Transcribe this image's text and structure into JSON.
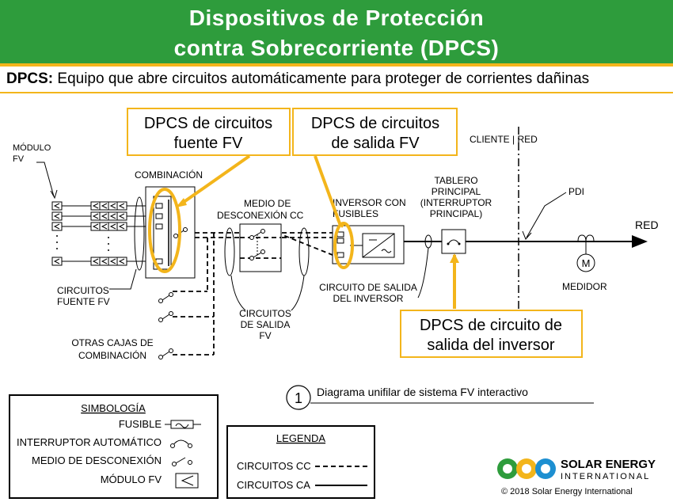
{
  "header": {
    "title_line1": "Dispositivos de Protección",
    "title_line2": "contra Sobrecorriente (DPCS)",
    "bg_color": "#2e9c3c",
    "accent_color": "#f3b51b"
  },
  "definition": {
    "term": "DPCS:",
    "text": " Equipo que abre circuitos automáticamente para proteger de corrientes dañinas"
  },
  "callouts": {
    "source": [
      "DPCS de circuitos",
      "fuente FV"
    ],
    "output": [
      "DPCS de circuitos",
      "de salida FV"
    ],
    "inverter": [
      "DPCS de circuito de",
      "salida del inversor"
    ]
  },
  "labels": {
    "module": [
      "MÓDULO",
      "FV"
    ],
    "combiner": "COMBINACIÓN",
    "disconnect": [
      "MEDIO DE",
      "DESCONEXIÓN CC"
    ],
    "inverter": [
      "INVERSOR CON",
      "FUSIBLES"
    ],
    "panel": [
      "TABLERO",
      "PRINCIPAL",
      "(INTERRUPTOR",
      "PRINCIPAL)"
    ],
    "pdi": "PDI",
    "red": "RED",
    "cliente_red": "CLIENTE | RED",
    "meter_symbol": "M",
    "meter": "MEDIDOR",
    "source_circuits": [
      "CIRCUITOS",
      "FUENTE FV"
    ],
    "output_circuits": [
      "CIRCUITOS",
      "DE SALIDA",
      "FV"
    ],
    "inverter_output": [
      "CIRCUITO DE SALIDA",
      "DEL INVERSOR"
    ],
    "other_boxes": [
      "OTRAS CAJAS DE",
      "COMBINACIÓN"
    ]
  },
  "diagram_caption": {
    "number": "1",
    "text": "Diagrama unifilar de sistema FV interactivo"
  },
  "simbologia": {
    "title": "SIMBOLOGÍA",
    "items": [
      "FUSIBLE",
      "INTERRUPTOR AUTOMÁTICO",
      "MEDIO DE DESCONEXIÓN",
      "MÓDULO FV"
    ]
  },
  "leyenda": {
    "title": "LEGENDA",
    "items": [
      "CIRCUITOS CC",
      "CIRCUITOS CA"
    ]
  },
  "logo": {
    "line1": "SOLAR ENERGY",
    "line2": "INTERNATIONAL",
    "copyright": "© 2018 Solar Energy International"
  }
}
